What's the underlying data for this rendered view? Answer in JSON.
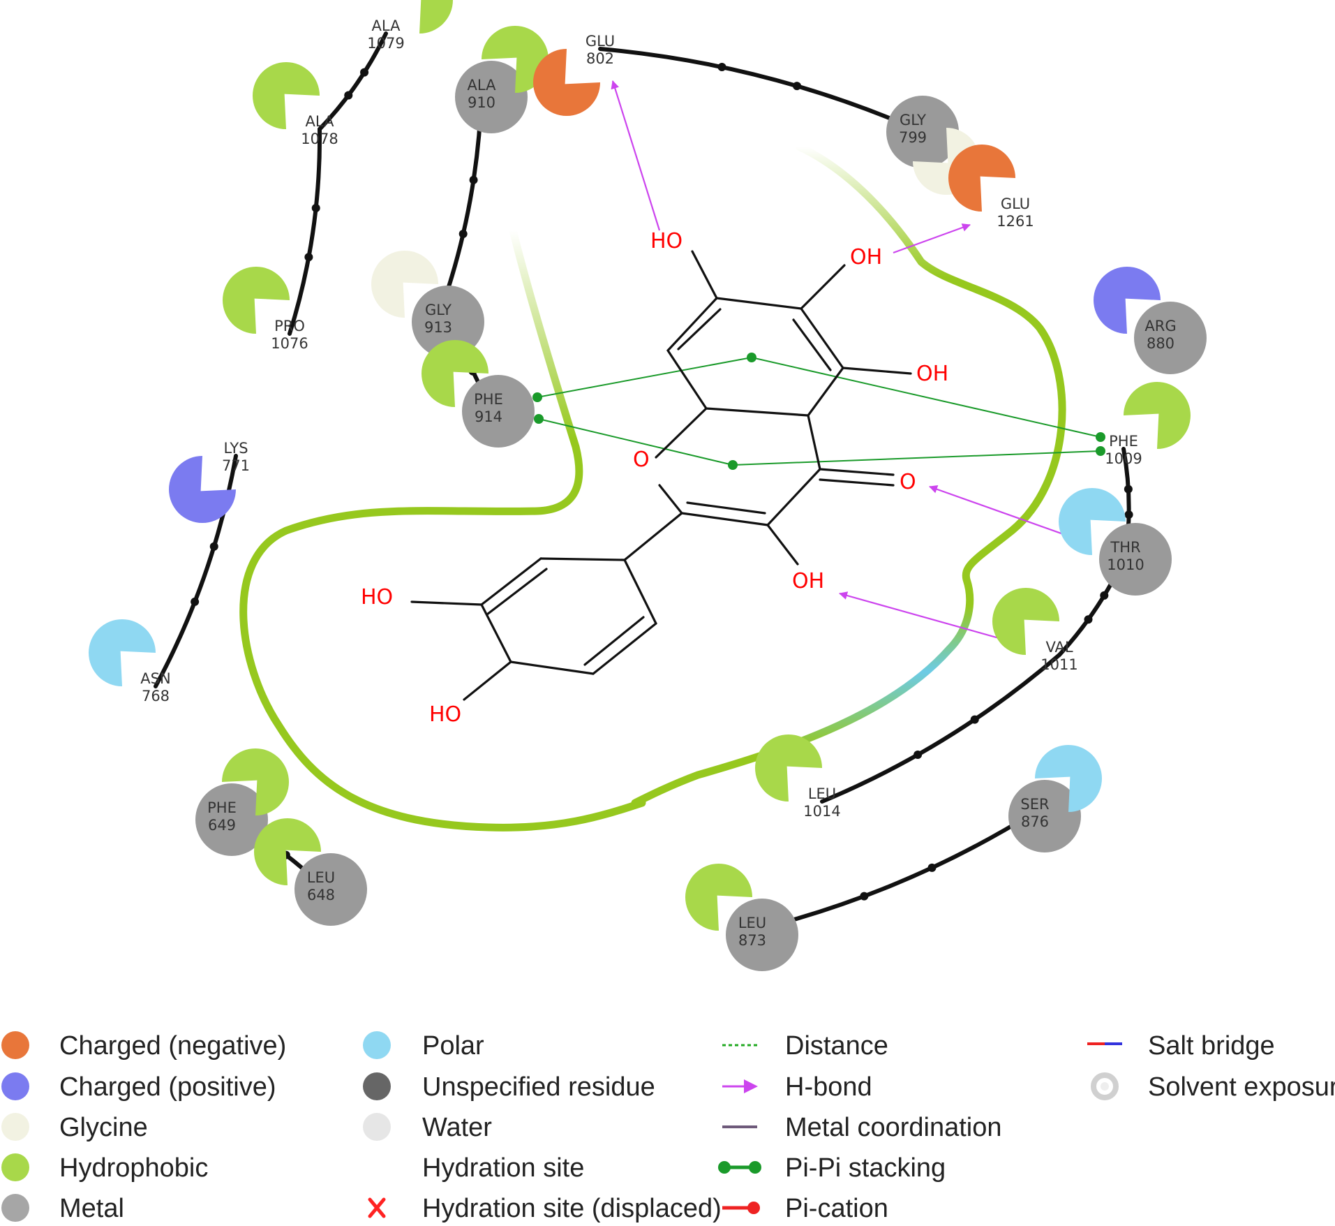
{
  "colors": {
    "charged_negative": "#e8763a",
    "charged_positive": "#7b7bf0",
    "glycine": "#f2f2e2",
    "hydrophobic": "#a8d84a",
    "metal": "#a6a6a6",
    "polar": "#8fd8f2",
    "unspecified": "#666666",
    "water": "#e6e6e6",
    "hbond": "#cc44ee",
    "pipi": "#1a9a2a",
    "pocket": "#96c81e",
    "pocket_exposed": "#6ccbe6",
    "bond": "#111111",
    "atom": "#ff0000"
  },
  "residues": [
    {
      "id": "ala1079",
      "name": "ALA",
      "num": "1079",
      "type": "hydrophobic"
    },
    {
      "id": "ala1078",
      "name": "ALA",
      "num": "1078",
      "type": "hydrophobic"
    },
    {
      "id": "pro1076",
      "name": "PRO",
      "num": "1076",
      "type": "hydrophobic"
    },
    {
      "id": "ala910",
      "name": "ALA",
      "num": "910",
      "type": "hydrophobic"
    },
    {
      "id": "gly913",
      "name": "GLY",
      "num": "913",
      "type": "glycine"
    },
    {
      "id": "phe914",
      "name": "PHE",
      "num": "914",
      "type": "hydrophobic"
    },
    {
      "id": "glu802",
      "name": "GLU",
      "num": "802",
      "type": "charged_negative"
    },
    {
      "id": "gly799",
      "name": "GLY",
      "num": "799",
      "type": "glycine"
    },
    {
      "id": "glu1261",
      "name": "GLU",
      "num": "1261",
      "type": "charged_negative"
    },
    {
      "id": "arg880",
      "name": "ARG",
      "num": "880",
      "type": "charged_positive"
    },
    {
      "id": "phe1009",
      "name": "PHE",
      "num": "1009",
      "type": "hydrophobic"
    },
    {
      "id": "thr1010",
      "name": "THR",
      "num": "1010",
      "type": "polar"
    },
    {
      "id": "val1011",
      "name": "VAL",
      "num": "1011",
      "type": "hydrophobic"
    },
    {
      "id": "leu1014",
      "name": "LEU",
      "num": "1014",
      "type": "hydrophobic"
    },
    {
      "id": "ser876",
      "name": "SER",
      "num": "876",
      "type": "polar"
    },
    {
      "id": "leu873",
      "name": "LEU",
      "num": "873",
      "type": "hydrophobic"
    },
    {
      "id": "lys771",
      "name": "LYS",
      "num": "771",
      "type": "charged_positive"
    },
    {
      "id": "asn768",
      "name": "ASN",
      "num": "768",
      "type": "polar"
    },
    {
      "id": "phe649",
      "name": "PHE",
      "num": "649",
      "type": "hydrophobic"
    },
    {
      "id": "leu648",
      "name": "LEU",
      "num": "648",
      "type": "hydrophobic"
    }
  ],
  "atoms": {
    "ho_top": "HO",
    "oh_top": "OH",
    "oh_right": "OH",
    "o_ring": "O",
    "o_carbonyl": "O",
    "oh_bottom": "OH",
    "ho_left": "HO",
    "ho_lower": "HO"
  },
  "legend": {
    "col1": [
      {
        "label": "Charged (negative)",
        "icon": "charged-negative-icon"
      },
      {
        "label": "Charged (positive)",
        "icon": "charged-positive-icon"
      },
      {
        "label": "Glycine",
        "icon": "glycine-icon"
      },
      {
        "label": "Hydrophobic",
        "icon": "hydrophobic-icon"
      },
      {
        "label": "Metal",
        "icon": "metal-icon"
      }
    ],
    "col2": [
      {
        "label": "Polar",
        "icon": "polar-icon"
      },
      {
        "label": "Unspecified residue",
        "icon": "unspecified-icon"
      },
      {
        "label": "Water",
        "icon": "water-icon"
      },
      {
        "label": "Hydration site",
        "icon": "hydration-site-icon"
      },
      {
        "label": "Hydration site (displaced)",
        "icon": "hydration-displaced-icon"
      }
    ],
    "col3": [
      {
        "label": "Distance",
        "icon": "distance-icon"
      },
      {
        "label": "H-bond",
        "icon": "hbond-icon"
      },
      {
        "label": "Metal coordination",
        "icon": "metal-coordination-icon"
      },
      {
        "label": "Pi-Pi stacking",
        "icon": "pipi-stacking-icon"
      },
      {
        "label": "Pi-cation",
        "icon": "pi-cation-icon"
      }
    ],
    "col4": [
      {
        "label": "Salt bridge",
        "icon": "salt-bridge-icon"
      },
      {
        "label": "Solvent exposure",
        "icon": "solvent-exposure-icon"
      }
    ]
  }
}
